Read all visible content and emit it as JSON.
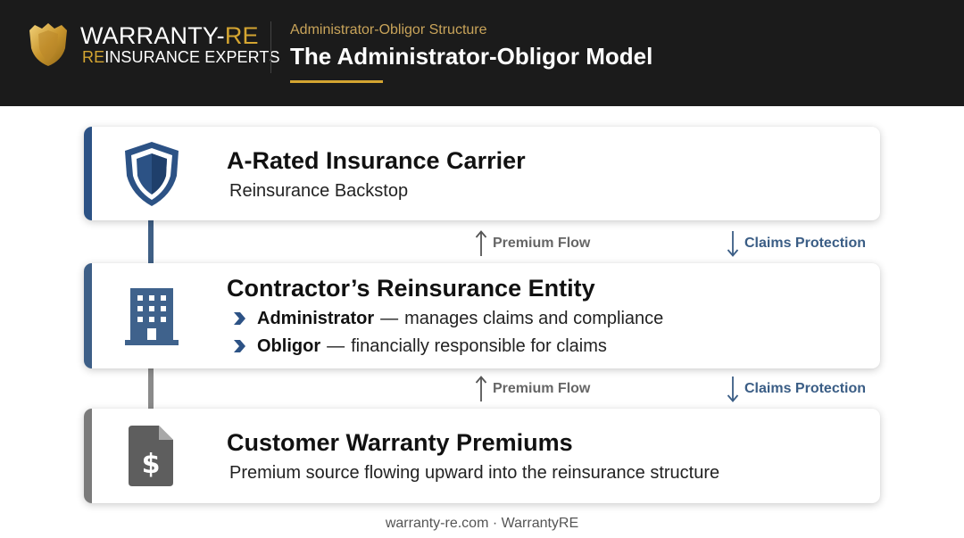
{
  "brand": {
    "line1_main": "WARRANTY-",
    "line1_accent": "RE",
    "line2_accent": "RE",
    "line2_main": "INSURANCE EXPERTS",
    "logo_icon": "gold-shield-logo-icon"
  },
  "header": {
    "eyebrow": "Administrator-Obligor Structure",
    "title": "The Administrator-Obligor Model"
  },
  "cards": [
    {
      "title": "A-Rated Insurance Carrier",
      "subtitle": "Reinsurance Backstop",
      "icon": "shield-icon",
      "accent": "#2c5285"
    },
    {
      "title": "Contractor’s Reinsurance Entity",
      "icon": "building-icon",
      "accent": "#3e5f87",
      "bullets": [
        {
          "term": "Administrator",
          "separator": "—",
          "description": "manages claims and compliance"
        },
        {
          "term": "Obligor",
          "separator": "—",
          "description": "financially responsible for claims"
        }
      ]
    },
    {
      "title": "Customer Warranty Premiums",
      "subtitle": "Premium source flowing upward into the reinsurance structure",
      "icon": "dollar-document-icon",
      "accent": "#7b7b7b"
    }
  ],
  "flows": [
    {
      "premium_label": "Premium Flow",
      "premium_direction": "up",
      "claims_label": "Claims Protection",
      "claims_direction": "down"
    },
    {
      "premium_label": "Premium Flow",
      "premium_direction": "up",
      "claims_label": "Claims Protection",
      "claims_direction": "down"
    }
  ],
  "footer": {
    "text": "warranty-re.com · WarrantyRE"
  },
  "colors": {
    "header_bg": "#1b1b1b",
    "gold_accent": "#d4a531",
    "navy": "#2c5285",
    "claims_blue": "#3a5d85",
    "premium_gray": "#666666"
  }
}
